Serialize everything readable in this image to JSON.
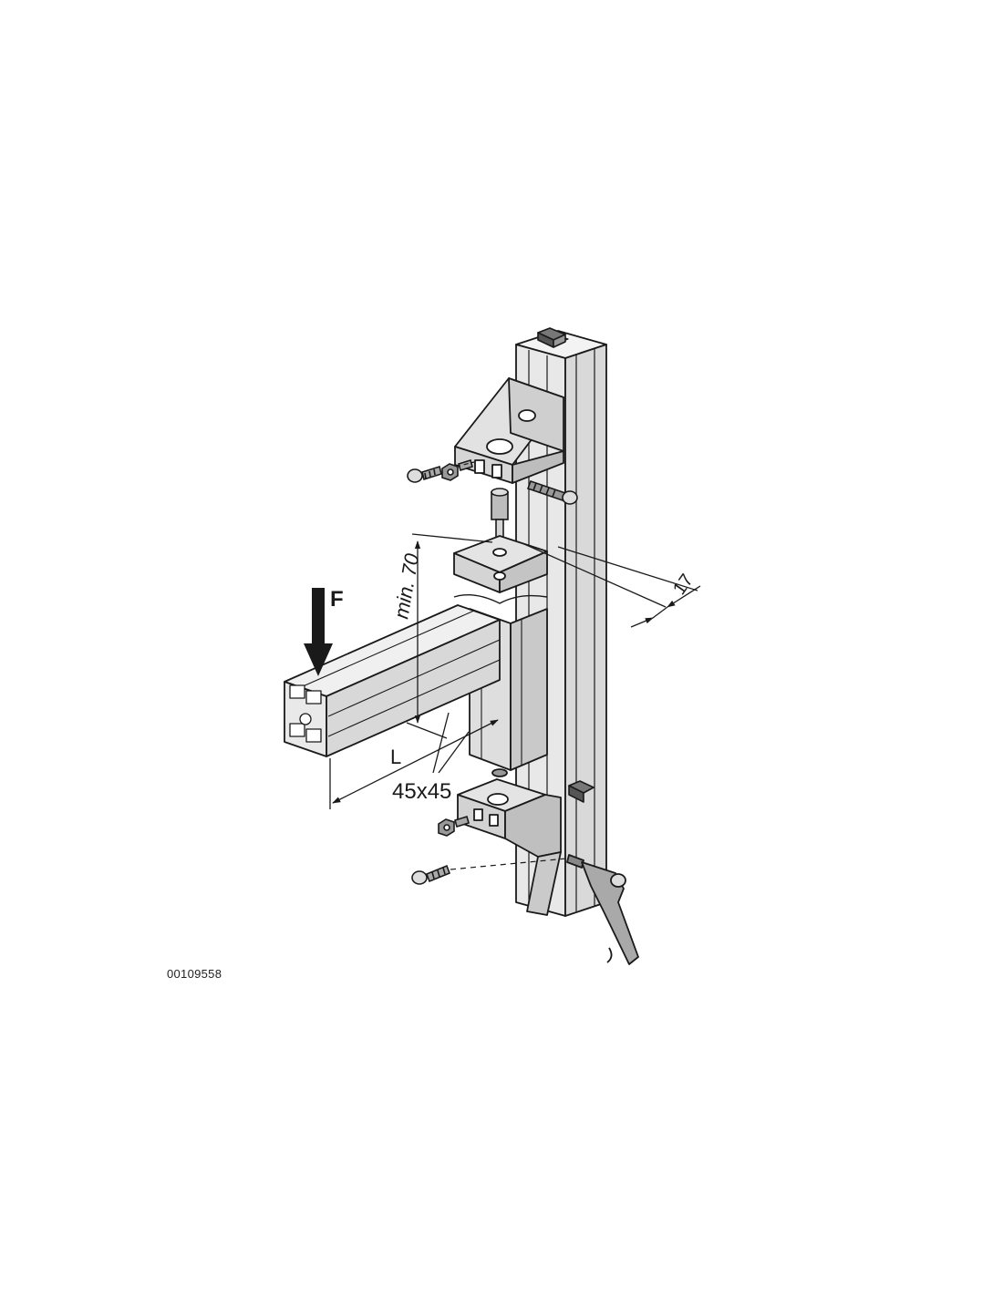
{
  "labels": {
    "force": "F",
    "min_height": "min. 70",
    "offset": "17",
    "length": "L",
    "profile_size": "45x45"
  },
  "document_id": "00109558",
  "colors": {
    "part_fill": "#e6e6e6",
    "part_dark": "#9a9a9a",
    "line": "#1a1a1a",
    "background": "#ffffff"
  }
}
